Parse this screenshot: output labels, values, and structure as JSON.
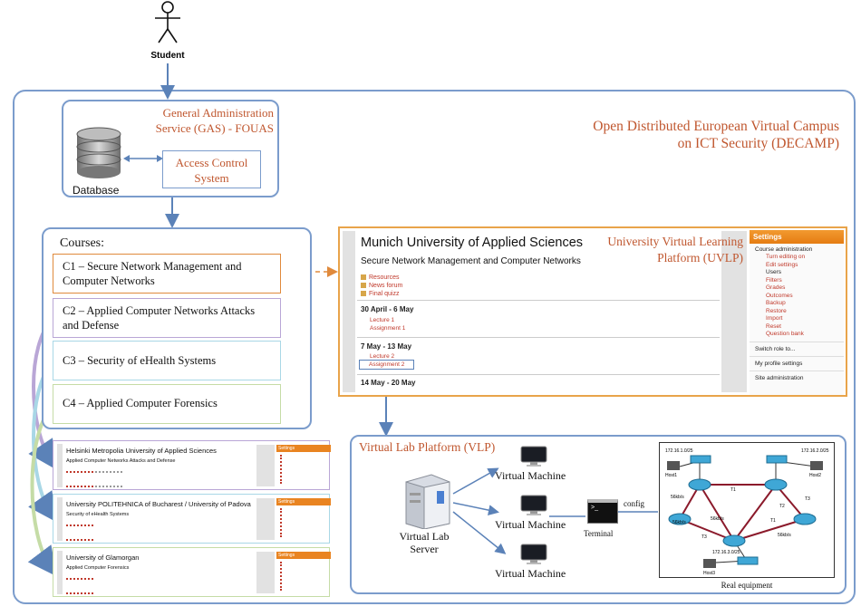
{
  "actor": {
    "label": "Student"
  },
  "campus": {
    "title_line1": "Open Distributed European Virtual Campus",
    "title_line2": "on ICT Security (DECAMP)"
  },
  "gas": {
    "title_line1": "General Administration",
    "title_line2": "Service (GAS) - FOUAS",
    "database_label": "Database",
    "access_control_line1": "Access Control",
    "access_control_line2": "System"
  },
  "courses": {
    "header": "Courses:",
    "items": [
      {
        "label": "C1 – Secure Network Management and Computer Networks",
        "color": "#e08a3c"
      },
      {
        "label": "C2 – Applied Computer Networks Attacks and Defense",
        "color": "#b9a6d6"
      },
      {
        "label": "C3 – Security of eHealth Systems",
        "color": "#a9d7e6"
      },
      {
        "label": "C4 – Applied Computer Forensics",
        "color": "#c5dca6"
      }
    ]
  },
  "uvlp": {
    "title_line1": "University Virtual Learning",
    "title_line2": "Platform (UVLP)",
    "university": "Munich University of Applied Sciences",
    "course": "Secure Network Management and Computer Networks",
    "links": [
      "Resources",
      "News forum",
      "Final quizz"
    ],
    "weeks": [
      {
        "label": "30 April - 6 May",
        "items": [
          "Lecture 1",
          "Assignment 1"
        ]
      },
      {
        "label": "7 May - 13 May",
        "items": [
          "Lecture 2",
          "Assignment 2"
        ]
      },
      {
        "label": "14 May - 20 May",
        "items": []
      }
    ],
    "settings": {
      "title": "Settings",
      "section": "Course administration",
      "items": [
        "Turn editing on",
        "Edit settings",
        "Users",
        "Filters",
        "Grades",
        "Outcomes",
        "Backup",
        "Restore",
        "Import",
        "Reset",
        "Question bank"
      ],
      "footer": [
        "Switch role to...",
        "My profile settings",
        "Site administration"
      ]
    }
  },
  "thumbs": [
    {
      "university": "Helsinki Metropolia University of Applied Sciences",
      "course": "Applied Computer Networks Attacks and Defense",
      "settings": "Settings"
    },
    {
      "university": "University POLITEHNICA of Bucharest / University of Padova",
      "course": "Security of eHealth Systems",
      "settings": "Settings"
    },
    {
      "university": "University of Glamorgan",
      "course": "Applied Computer Forensics",
      "settings": "Settings"
    }
  ],
  "vlp": {
    "title": "Virtual Lab Platform (VLP)",
    "server_line1": "Virtual Lab",
    "server_line2": "Server",
    "vms": [
      "Virtual Machine",
      "Virtual Machine",
      "Virtual Machine"
    ],
    "terminal": "Terminal",
    "config": "config",
    "real_equipment": "Real equipment",
    "net_labels": [
      "172.16.1.0/25",
      "172.16.2.0/25",
      "172.16.3.0/25",
      "Host1",
      "Host2",
      "Host3",
      "T1",
      "T2",
      "T3",
      "T1",
      "T3",
      "56kb/s",
      "56kb/s",
      "56kb/s",
      "56kb/s"
    ]
  },
  "colors": {
    "frame": "#6f93c6",
    "accent": "#c0572f",
    "arrow": "#5b82b8",
    "settings_orange": "#e98421"
  }
}
